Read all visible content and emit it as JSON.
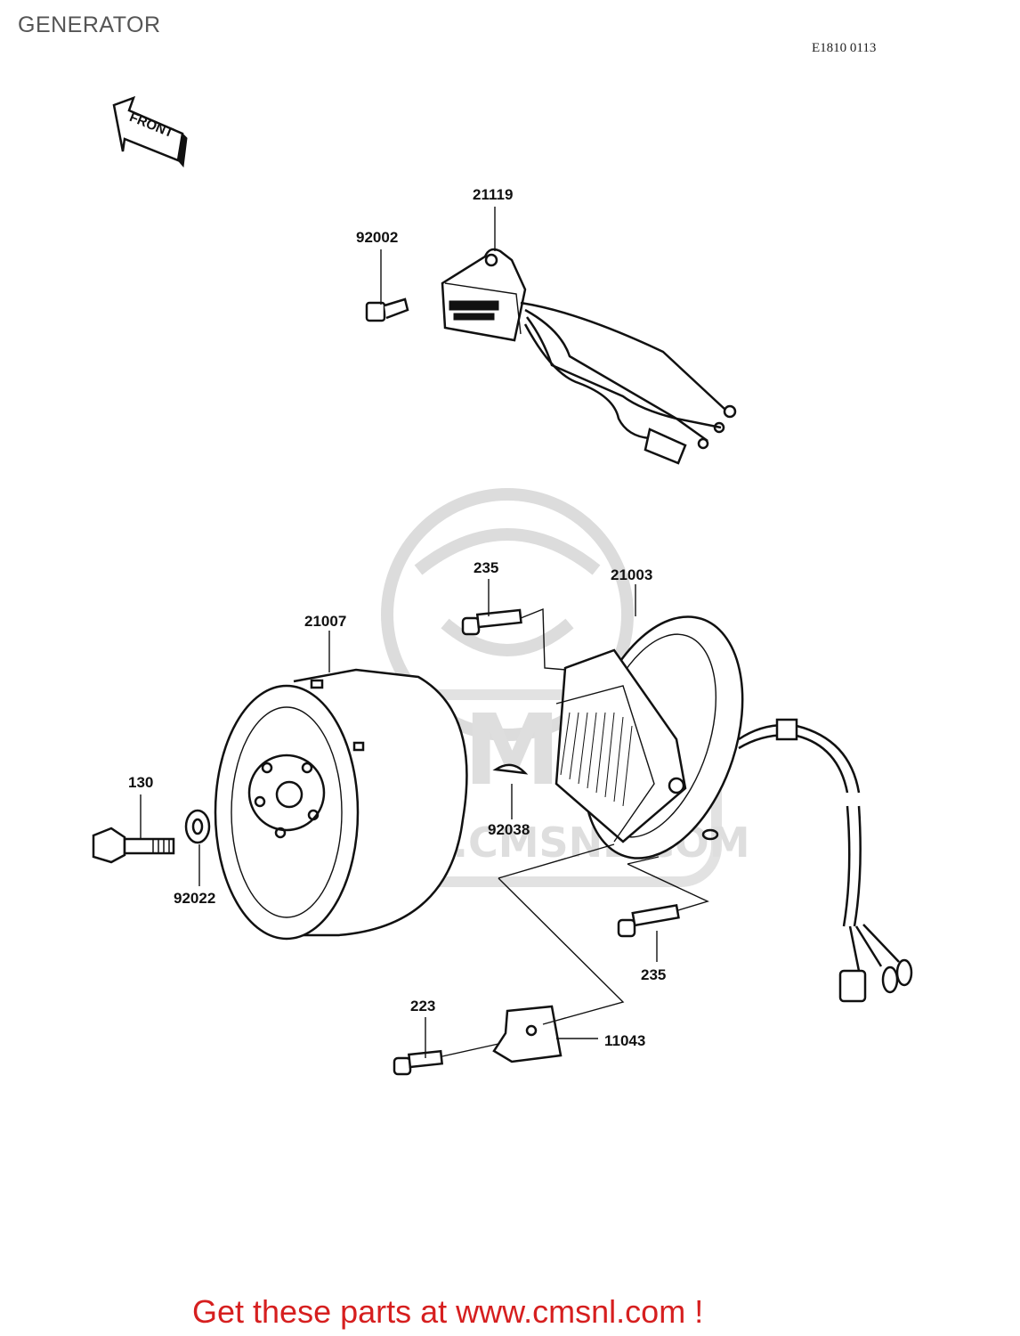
{
  "title": "GENERATOR",
  "diagram_code": "E1810 0113",
  "front_label": "FRONT",
  "watermark": "WWW.CMSNL.COM",
  "watermark_logo": "CMS",
  "cta": "Get these parts at www.cmsnl.com !",
  "parts": [
    {
      "id": "p21119",
      "number": "21119"
    },
    {
      "id": "p92002",
      "number": "92002"
    },
    {
      "id": "p235a",
      "number": "235"
    },
    {
      "id": "p21003",
      "number": "21003"
    },
    {
      "id": "p21007",
      "number": "21007"
    },
    {
      "id": "p130",
      "number": "130"
    },
    {
      "id": "p92022",
      "number": "92022"
    },
    {
      "id": "p92038",
      "number": "92038"
    },
    {
      "id": "p235b",
      "number": "235"
    },
    {
      "id": "p223",
      "number": "223"
    },
    {
      "id": "p11043",
      "number": "11043"
    }
  ]
}
